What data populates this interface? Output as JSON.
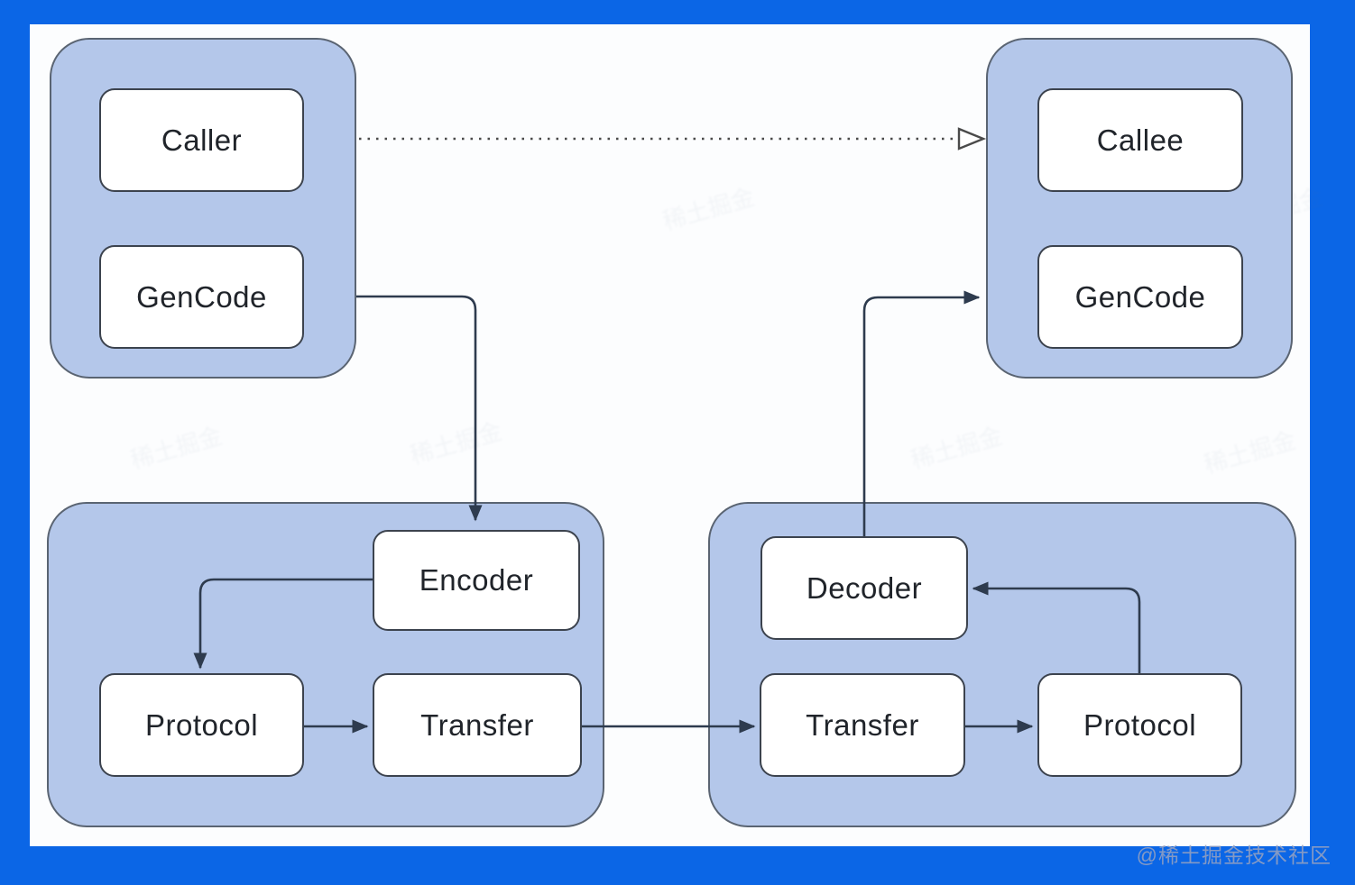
{
  "diagram": {
    "nodes": {
      "caller": {
        "label": "Caller"
      },
      "gencode_left": {
        "label": "GenCode"
      },
      "callee": {
        "label": "Callee"
      },
      "gencode_right": {
        "label": "GenCode"
      },
      "encoder": {
        "label": "Encoder"
      },
      "protocol_left": {
        "label": "Protocol"
      },
      "transfer_left": {
        "label": "Transfer"
      },
      "decoder": {
        "label": "Decoder"
      },
      "transfer_right": {
        "label": "Transfer"
      },
      "protocol_right": {
        "label": "Protocol"
      }
    },
    "groups": [
      {
        "id": "caller-group",
        "contains": [
          "caller",
          "gencode_left"
        ]
      },
      {
        "id": "callee-group",
        "contains": [
          "callee",
          "gencode_right"
        ]
      },
      {
        "id": "encoder-group",
        "contains": [
          "encoder",
          "protocol_left",
          "transfer_left"
        ]
      },
      {
        "id": "decoder-group",
        "contains": [
          "decoder",
          "transfer_right",
          "protocol_right"
        ]
      }
    ],
    "edges": [
      {
        "from": "caller",
        "to": "callee",
        "style": "dashed",
        "arrowhead": "hollow-triangle"
      },
      {
        "from": "gencode_left",
        "to": "encoder",
        "style": "solid",
        "arrowhead": "filled"
      },
      {
        "from": "encoder",
        "to": "protocol_left",
        "style": "solid",
        "arrowhead": "filled"
      },
      {
        "from": "protocol_left",
        "to": "transfer_left",
        "style": "solid",
        "arrowhead": "filled"
      },
      {
        "from": "transfer_left",
        "to": "transfer_right",
        "style": "solid",
        "arrowhead": "filled"
      },
      {
        "from": "transfer_right",
        "to": "protocol_right",
        "style": "solid",
        "arrowhead": "filled"
      },
      {
        "from": "protocol_right",
        "to": "decoder",
        "style": "solid",
        "arrowhead": "filled"
      },
      {
        "from": "decoder",
        "to": "gencode_right",
        "style": "solid",
        "arrowhead": "filled"
      }
    ],
    "colors": {
      "frame": "#0b66e6",
      "canvas": "#fcfdfe",
      "group_fill": "#b4c7ea",
      "group_border": "#5a6472",
      "node_fill": "#ffffff",
      "node_border": "#3c434e",
      "edge": "#2e3b4e",
      "dashed_edge": "#4a4a4a"
    },
    "watermark": {
      "text": "@稀土掘金技术社区"
    },
    "background_watermark_text": "稀土掘金"
  }
}
